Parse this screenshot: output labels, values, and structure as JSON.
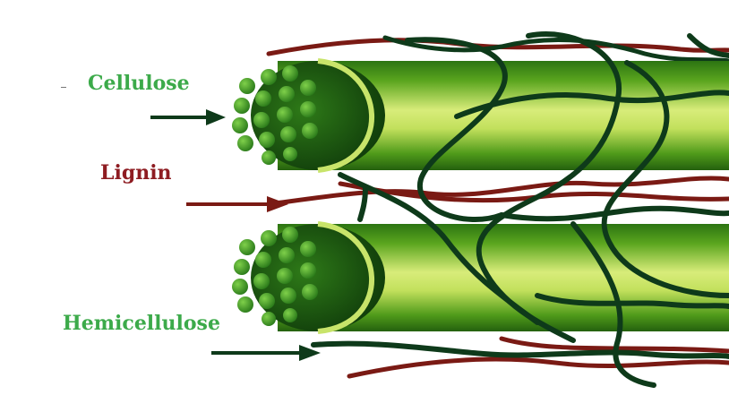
{
  "labels": {
    "cellulose": "Cellulose",
    "lignin": "Lignin",
    "hemicellulose": "Hemicellulose"
  },
  "colors": {
    "cellulose_label": "#3caa4a",
    "lignin_label": "#8e1c22",
    "hemicellulose_label": "#3caa4a",
    "fiber_green_light": "#e2f08a",
    "fiber_green_mid": "#7cc02c",
    "fiber_green_dark": "#2a6e12",
    "lignin_strand": "#7a1a14",
    "hemicellulose_strand": "#0e3a1a"
  },
  "icons": {
    "cellulose_arrow": "right-arrow-icon",
    "lignin_arrow": "right-arrow-icon",
    "hemicellulose_arrow": "right-arrow-icon"
  }
}
